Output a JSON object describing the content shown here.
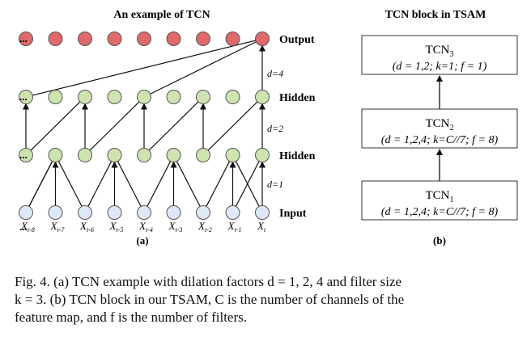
{
  "left_panel": {
    "title": "An example of TCN",
    "layer_labels": {
      "output": "Output",
      "hidden2": "Hidden",
      "hidden1": "Hidden",
      "input": "Input"
    },
    "ellipsis": "...",
    "dilation_labels": [
      "d=4",
      "d=2",
      "d=1"
    ],
    "input_tokens": [
      "X",
      "X",
      "X",
      "X",
      "X",
      "X",
      "X",
      "X",
      "X"
    ],
    "input_subscripts": [
      "t-8",
      "t-7",
      "t-6",
      "t-5",
      "t-4",
      "t-3",
      "t-2",
      "t-1",
      "t"
    ],
    "panel_tag": "(a)",
    "colors": {
      "output_node": "#e06a6a",
      "hidden_node": "#cfe3b0",
      "input_node": "#dfe8f6",
      "node_stroke": "#555555"
    }
  },
  "right_panel": {
    "title": "TCN block in TSAM",
    "blocks": [
      {
        "name": "TCN",
        "sub": "3",
        "params": "(d = 1,2; k=1; f = 1)"
      },
      {
        "name": "TCN",
        "sub": "2",
        "params": "(d = 1,2,4; k=C//7; f = 8)"
      },
      {
        "name": "TCN",
        "sub": "1",
        "params": "(d = 1,2,4; k=C//7; f = 8)"
      }
    ],
    "panel_tag": "(b)"
  },
  "caption": {
    "line1": "Fig. 4.    (a) TCN example with dilation factors d = 1, 2, 4 and filter size",
    "line2": "k = 3. (b) TCN block in our TSAM, C is the number of channels of the",
    "line3": "feature map, and f is the number of filters."
  }
}
